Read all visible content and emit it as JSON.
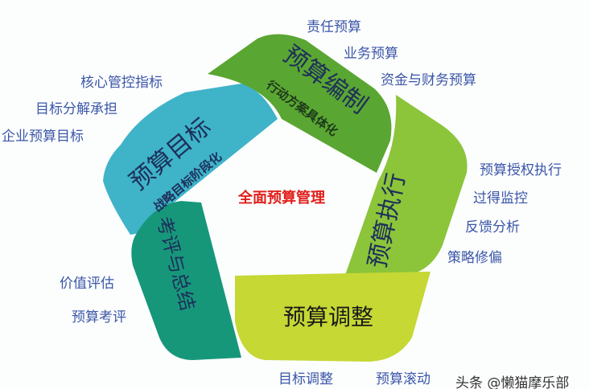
{
  "center_title": "全面预算管理",
  "segments": [
    {
      "title": "预算目标",
      "subtitle": "战略目标阶段化",
      "color": "#3fb3c8",
      "items": [
        "核心管控指标",
        "目标分解承担",
        "企业预算目标"
      ]
    },
    {
      "title": "预算编制",
      "subtitle": "行动方案具体化",
      "color": "#5aa632",
      "items": [
        "责任预算",
        "业务预算",
        "资金与财务预算"
      ]
    },
    {
      "title": "预算执行",
      "subtitle": "",
      "color": "#8cc43a",
      "items": [
        "预算授权执行",
        "过得监控",
        "反馈分析",
        "策略修偏"
      ]
    },
    {
      "title": "预算调整",
      "subtitle": "",
      "color": "#c5d834",
      "items": [
        "目标调整",
        "预算滚动"
      ]
    },
    {
      "title": "考评与总结",
      "subtitle": "",
      "color": "#17977a",
      "items": [
        "价值评估",
        "预算考评"
      ]
    }
  ],
  "watermark": "头条 @懒猫摩乐部"
}
